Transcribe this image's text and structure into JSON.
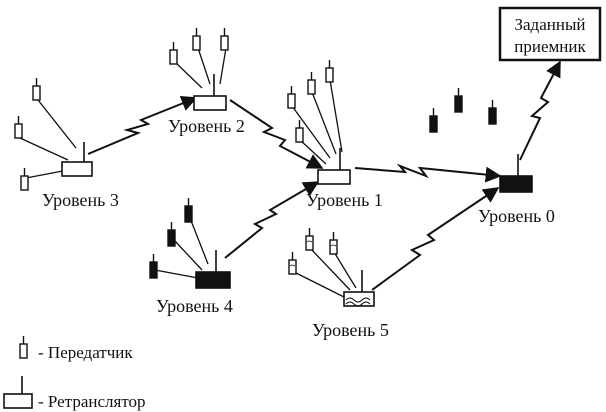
{
  "diagram": {
    "levels": [
      {
        "id": "level0",
        "label": "Уровень 0",
        "style": "filled"
      },
      {
        "id": "level1",
        "label": "Уровень 1",
        "style": "white"
      },
      {
        "id": "level2",
        "label": "Уровень 2",
        "style": "white"
      },
      {
        "id": "level3",
        "label": "Уровень 3",
        "style": "white"
      },
      {
        "id": "level4",
        "label": "Уровень 4",
        "style": "filled"
      },
      {
        "id": "level5",
        "label": "Уровень 5",
        "style": "wavy"
      }
    ],
    "target": {
      "line1": "Заданный",
      "line2": "приемник"
    },
    "legend": {
      "transmitter": "- Передатчик",
      "relay": "- Ретранслятор"
    },
    "colors": {
      "ink": "#111111",
      "background": "#ffffff"
    }
  }
}
